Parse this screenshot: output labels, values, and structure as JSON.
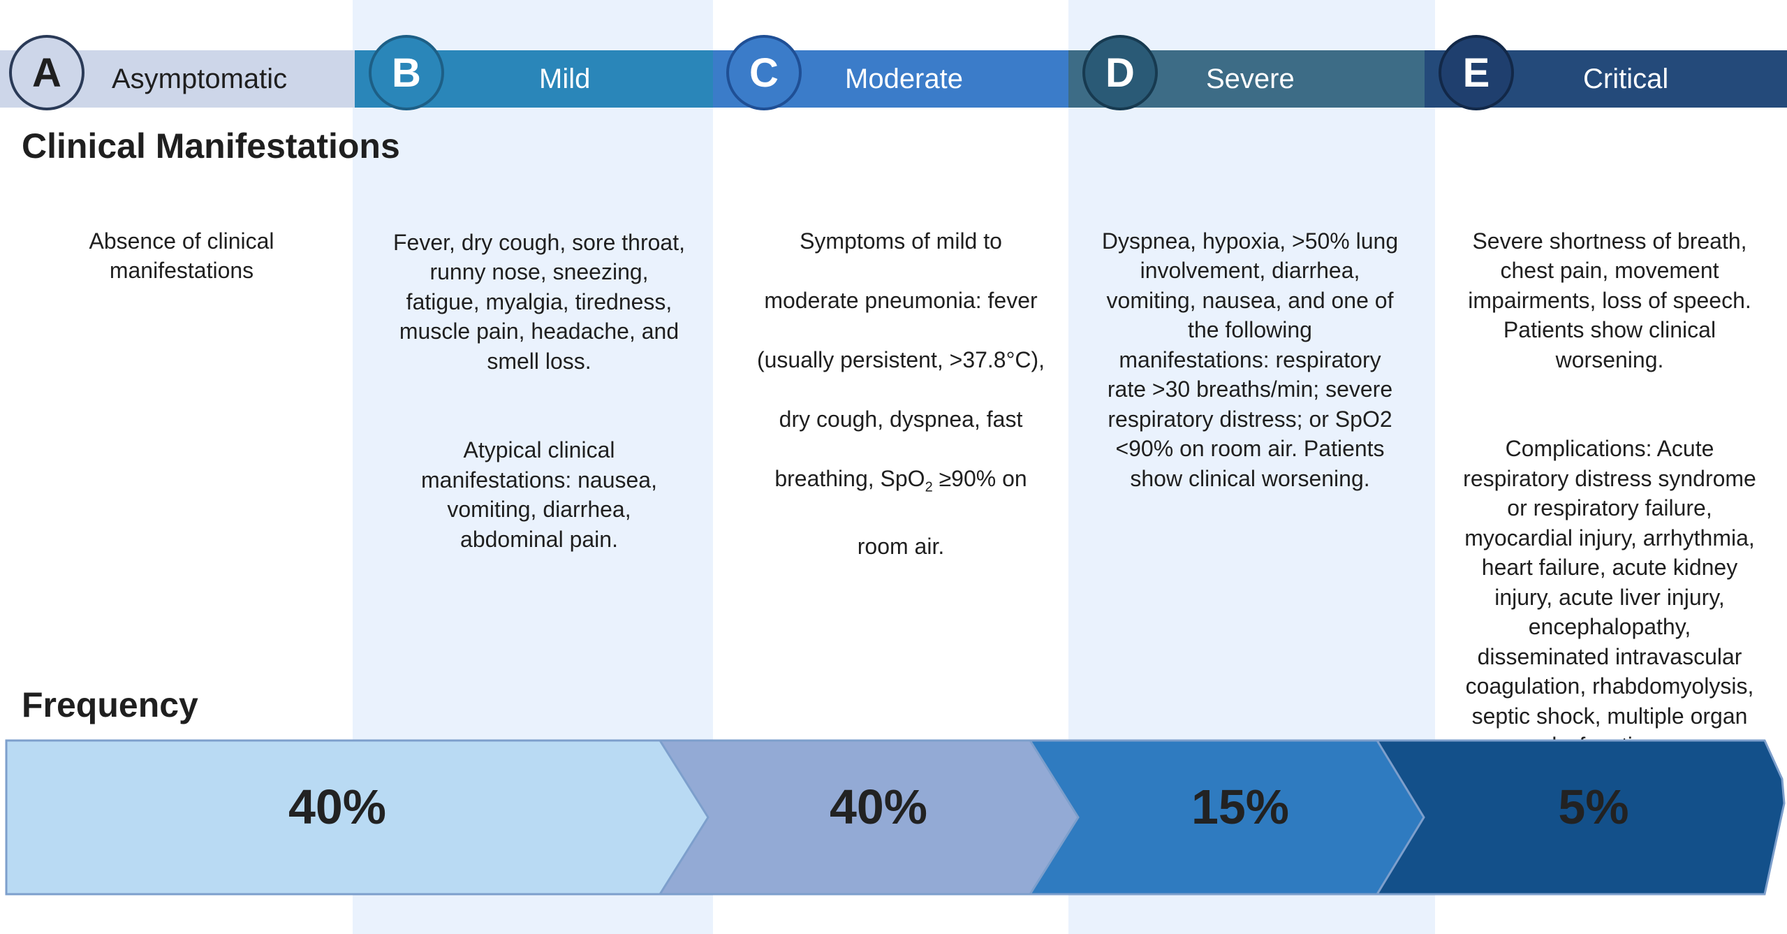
{
  "stages": [
    {
      "letter": "A",
      "name": "Asymptomatic",
      "band_color": "#cdd6e9",
      "badge_fill": "#cdd6e9",
      "badge_border": "#2a3a57",
      "badge_text_color": "#1f1f1f",
      "label_color": "#1f1f1f"
    },
    {
      "letter": "B",
      "name": "Mild",
      "band_color": "#2a86b9",
      "badge_fill": "#2a86b9",
      "badge_border": "#1d5f86",
      "badge_text_color": "#ffffff",
      "label_color": "#ffffff"
    },
    {
      "letter": "C",
      "name": "Moderate",
      "band_color": "#3b7cc9",
      "badge_fill": "#3b7cc9",
      "badge_border": "#1f4f95",
      "badge_text_color": "#ffffff",
      "label_color": "#ffffff"
    },
    {
      "letter": "D",
      "name": "Severe",
      "band_color": "#3d6c86",
      "badge_fill": "#2a5a76",
      "badge_border": "#173a50",
      "badge_text_color": "#ffffff",
      "label_color": "#ffffff"
    },
    {
      "letter": "E",
      "name": "Critical",
      "band_color": "#244a7a",
      "badge_fill": "#1f3f6e",
      "badge_border": "#122848",
      "badge_text_color": "#ffffff",
      "label_color": "#ffffff"
    }
  ],
  "headings": {
    "clinical": "Clinical Manifestations",
    "frequency": "Frequency"
  },
  "descriptions": {
    "a": [
      "Absence of clinical\nmanifestations"
    ],
    "b": [
      "Fever, dry cough, sore throat,\nrunny nose, sneezing,\nfatigue, myalgia, tiredness,\nmuscle pain, headache, and\nsmell loss.",
      "Atypical clinical\nmanifestations: nausea,\nvomiting, diarrhea,\nabdominal pain."
    ],
    "c_lines": [
      "Symptoms of mild to",
      "moderate pneumonia: fever",
      "(usually persistent, >37.8°C),",
      "dry cough, dyspnea, fast"
    ],
    "c_spo2_pre": "breathing, SpO",
    "c_spo2_sub": "2",
    "c_spo2_post": " ≥90% on",
    "c_last": "room air.",
    "d": [
      "Dyspnea, hypoxia, >50% lung\ninvolvement, diarrhea,\nvomiting, nausea, and one of\nthe following\nmanifestations: respiratory\nrate >30 breaths/min; severe\nrespiratory distress; or SpO2\n<90% on room air. Patients\nshow clinical worsening."
    ],
    "e": [
      "Severe shortness of breath,\nchest pain, movement\nimpairments, loss of speech.\nPatients show clinical\nworsening.",
      "Complications: Acute\nrespiratory distress syndrome\nor respiratory failure,\nmyocardial injury, arrhythmia,\nheart failure, acute kidney\ninjury, acute liver injury,\nencephalopathy,\ndisseminated intravascular\ncoagulation, rhabdomyolysis,\nseptic shock, multiple organ\ndysfunctions."
    ]
  },
  "frequency": [
    {
      "value": "40%",
      "color": "#b9daf3"
    },
    {
      "value": "40%",
      "color": "#93aad5"
    },
    {
      "value": "15%",
      "color": "#2f7bc0"
    },
    {
      "value": "5%",
      "color": "#13508a"
    }
  ],
  "colors": {
    "column_highlight": "#eaf2fd",
    "arrow_border": "#7d9fcc"
  }
}
